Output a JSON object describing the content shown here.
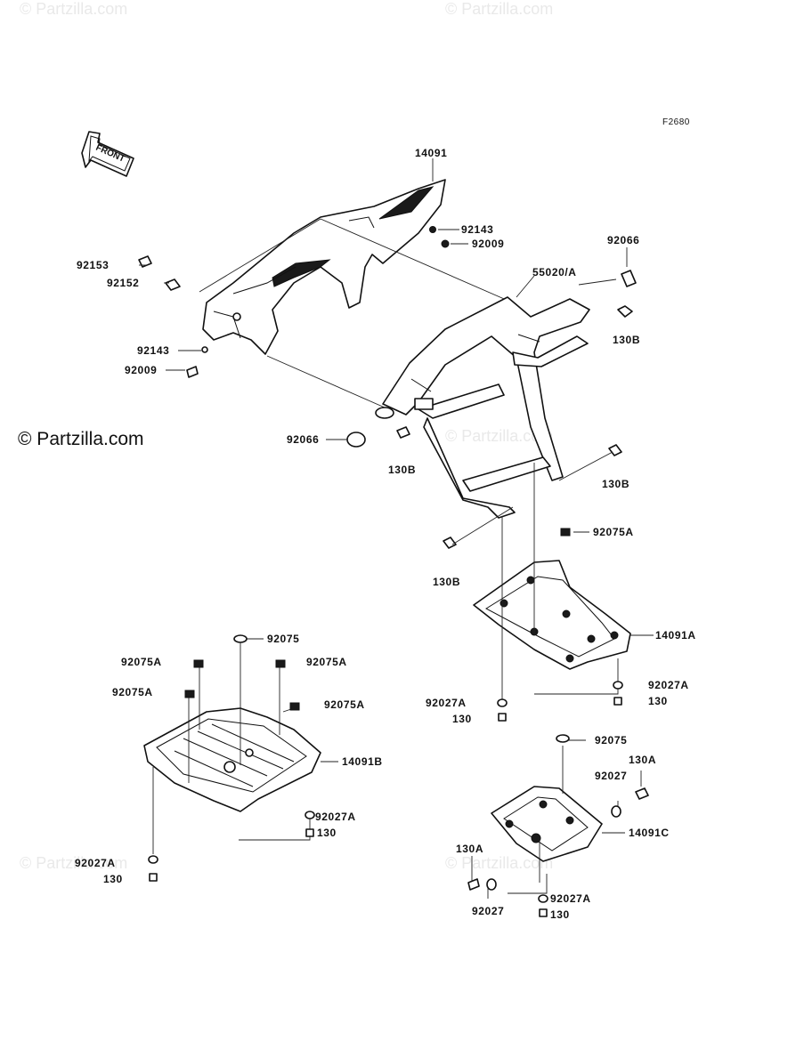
{
  "figure_code": "F2680",
  "front_label": "FRONT",
  "brand": "© Partzilla.com",
  "watermark": "© Partzilla.com",
  "parts": {
    "p14091": "14091",
    "p92143_a": "92143",
    "p92009_a": "92009",
    "p92066_a": "92066",
    "p92153": "92153",
    "p92152": "92152",
    "p55020": "55020/A",
    "p92143_b": "92143",
    "p130B_a": "130B",
    "p92009_b": "92009",
    "p92066_b": "92066",
    "p130B_b": "130B",
    "p130B_c": "130B",
    "p92075A_a": "92075A",
    "p130B_d": "130B",
    "p14091A": "14091A",
    "p92075": "92075",
    "p92075A_b": "92075A",
    "p92075A_c": "92075A",
    "p92075A_d": "92075A",
    "p92075A_e": "92075A",
    "p92027A_a": "92027A",
    "p92027A_b": "92027A",
    "p130_a": "130",
    "p130_b": "130",
    "p14091B": "14091B",
    "p92075_b": "92075",
    "p130A_a": "130A",
    "p92027_a": "92027",
    "p92027A_c": "92027A",
    "p130_c": "130",
    "p14091C": "14091C",
    "p92027A_d": "92027A",
    "p130_d": "130",
    "p130A_b": "130A",
    "p92027_b": "92027",
    "p92027A_e": "92027A",
    "p130_e": "130"
  }
}
